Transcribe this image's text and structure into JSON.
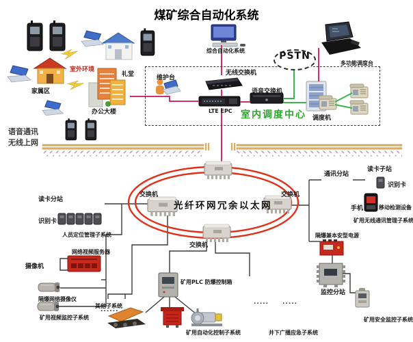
{
  "title": "煤矿综合自动化系统",
  "colors": {
    "trunk_pink": "#cf2f6f",
    "phone_green": "#3cb44a",
    "ring_red": "#e23018",
    "ground_gold": "#dfae5c",
    "indoor_center_green": "#2fa52f",
    "outdoor_red": "#c8281e"
  },
  "surface": {
    "outdoor_env": "室外环境",
    "hall": "礼堂",
    "family_area": "家属区",
    "office_building": "办公大楼",
    "voice_comm": "语音通讯",
    "wireless_net": "无线上网"
  },
  "dispatch": {
    "integrated_system": "综合自动化系统",
    "pstn": "PSTN",
    "multi_dispatch_console": "多功能调度台",
    "maintenance_console": "维护台",
    "wireless_switch": "无线交换机",
    "lte_epc": "LTE EPC",
    "voice_switch": "语音交换机",
    "indoor_dispatch_center": "室内调度中心",
    "dispatcher": "调度机"
  },
  "ring": {
    "fiber_ring_text": "光纤环网冗余以太网",
    "switch_left": "交换机",
    "switch_right": "交换机",
    "switch_bottom": "交换机"
  },
  "underground": {
    "card_reader_substation": "读卡分站",
    "id_card_left": "识别卡",
    "personnel_subsystem": "人员定位管理子系统",
    "video_server": "网络视频服务器",
    "camera": "摄像机",
    "ex_proof_camera": "隔爆网络摄像仪",
    "video_subsystem": "矿用视频监控子系统",
    "other_subsystem": "其他子系统",
    "dots_other": "......",
    "plc_box": "矿用PLC 防爆控制箱",
    "auto_control_subsystem": "矿用自动化控制子系统",
    "dots_mid": ".....",
    "dots_right": ".....",
    "broadcast_subsystem": "井下广播应急子系统",
    "comm_substation": "通讯分站",
    "card_reader_sub2": "读卡子站",
    "id_card_right": "识别卡",
    "mobile_phone": "手机",
    "mobile_detection": "移动检测设备",
    "wireless_mgmt_subsystem": "矿用无线通讯管理子系统",
    "power_supply": "隔爆兼本安型电源",
    "monitor_substation": "监控分站",
    "safety_subsystem": "矿用安全监控子系统"
  }
}
